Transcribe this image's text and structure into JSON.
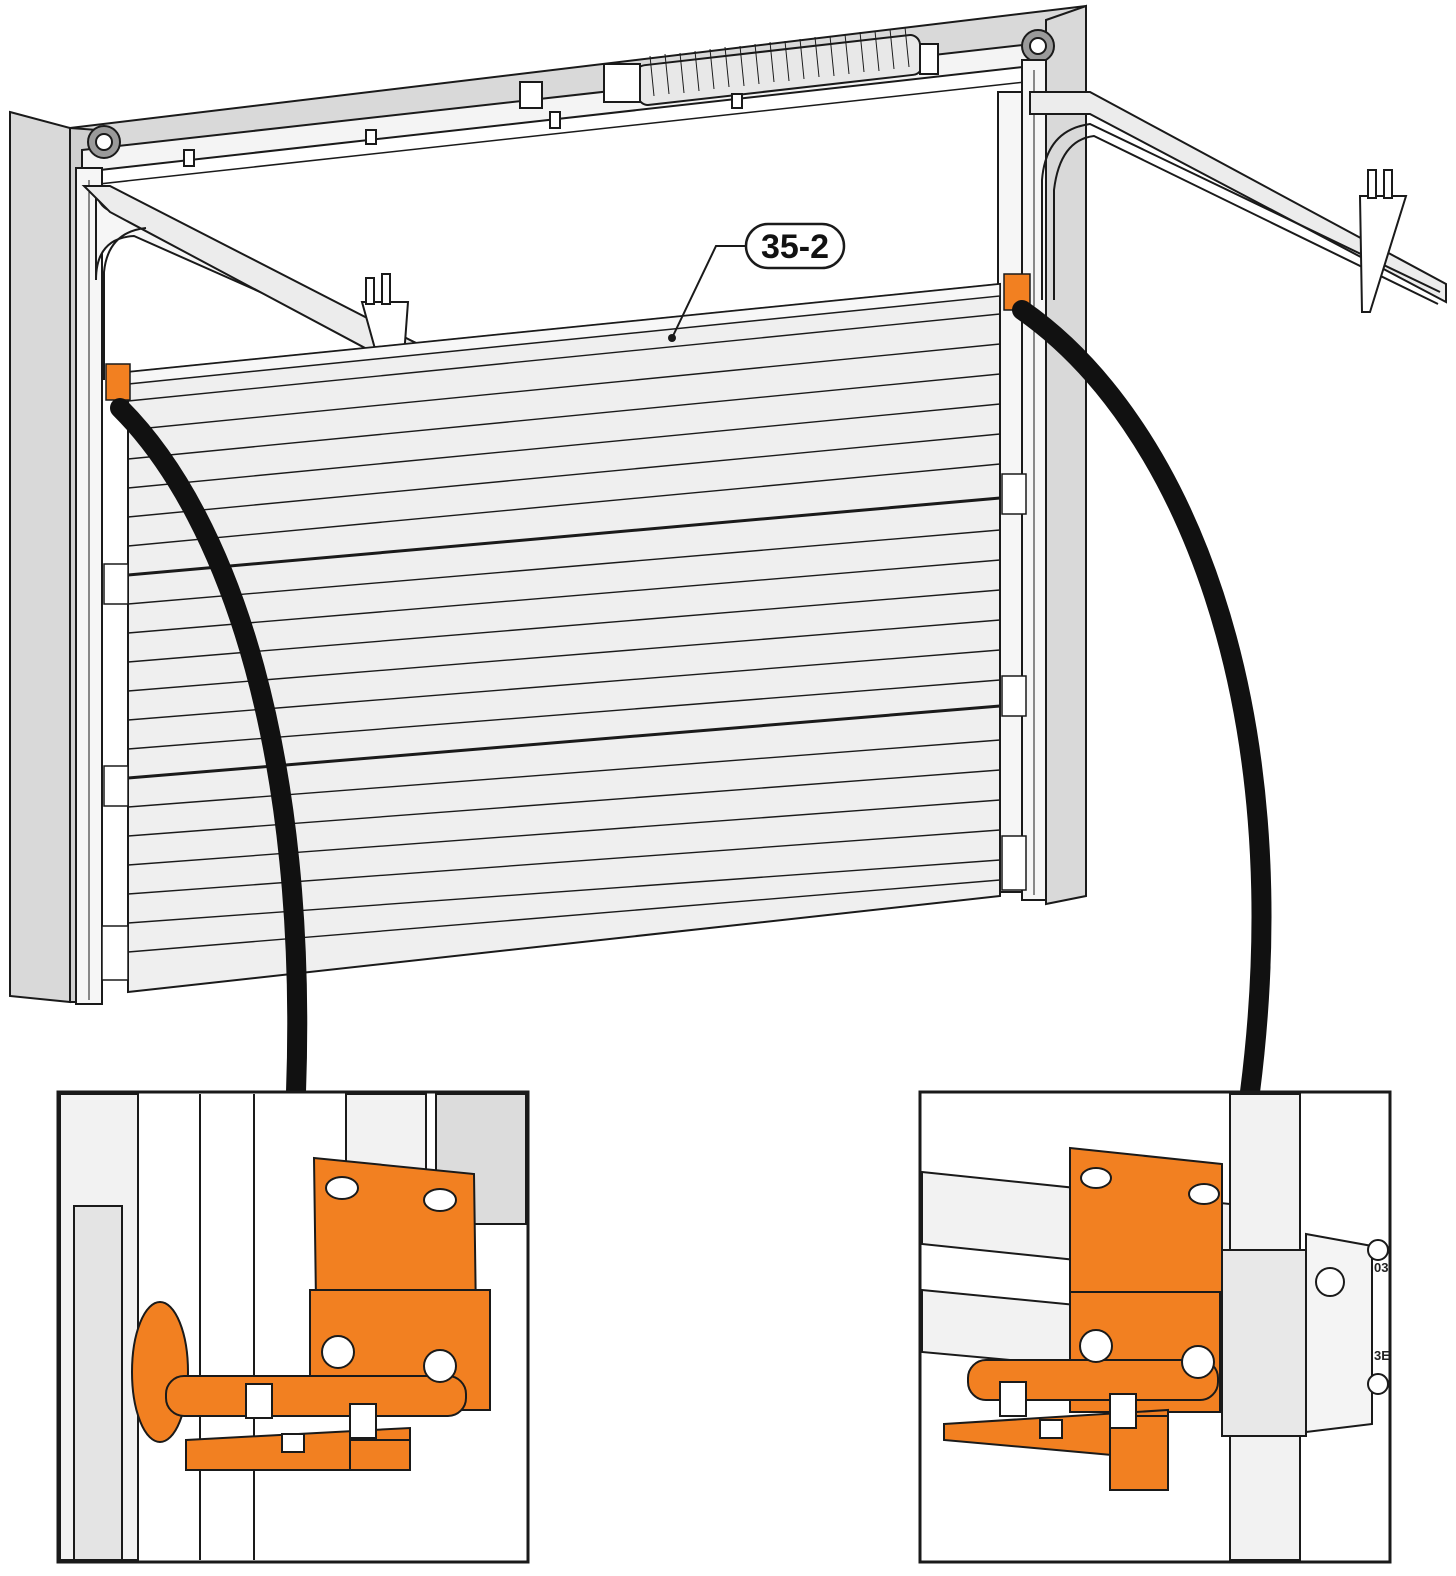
{
  "callout": {
    "label": "35-2"
  },
  "detail_marks": {
    "mark_top": "03",
    "mark_bottom": "3E"
  },
  "colors": {
    "accent": "#f28021",
    "frame": "#d9d9d9",
    "outline": "#1a1a1a",
    "panel": "#efefef"
  },
  "icons": [
    "hinge-bracket-icon",
    "bolt-icon",
    "torsion-spring-icon",
    "roller-icon"
  ]
}
